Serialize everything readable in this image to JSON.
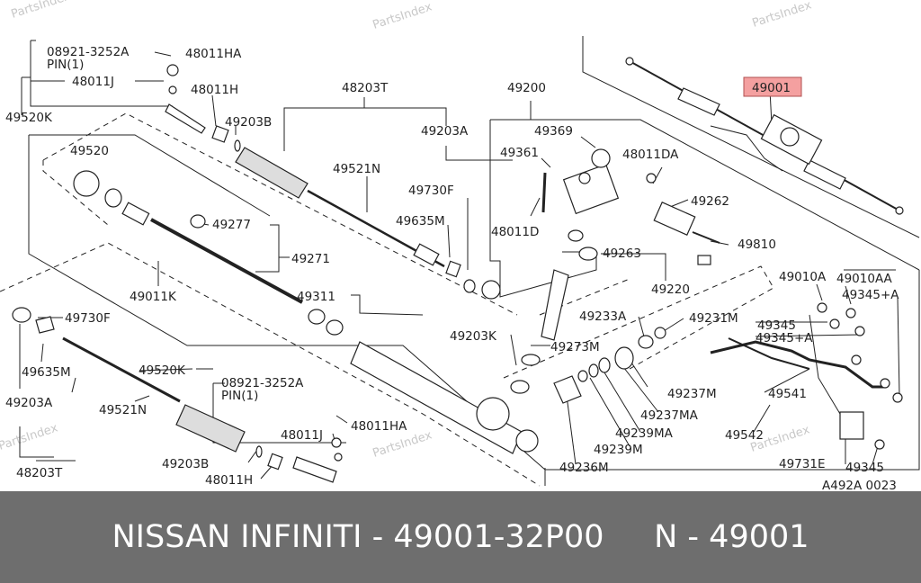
{
  "watermarks": [
    "PartsIndex",
    "PartsIndex",
    "PartsIndex",
    "PartsIndex",
    "PartsIndex",
    "PartsIndex"
  ],
  "highlight": {
    "label": "49001",
    "color": "#f4a0a0"
  },
  "labels": {
    "p08921_top": "08921-3252A",
    "pin_top": "PIN(1)",
    "p48011HA_top": "48011HA",
    "p48011J_top": "48011J",
    "p49520K_top": "49520K",
    "p48011H_top": "48011H",
    "p48203T_top": "48203T",
    "p49203B_top": "49203B",
    "p49200": "49200",
    "p49369": "49369",
    "p49203A_top": "49203A",
    "p49520": "49520",
    "p49521N_top": "49521N",
    "p49361": "49361",
    "p48011DA": "48011DA",
    "p49730F_top": "49730F",
    "p49262": "49262",
    "p49635M_top": "49635M",
    "p48011D": "48011D",
    "p49277": "49277",
    "p49263": "49263",
    "p49810": "49810",
    "p49271": "49271",
    "p49220": "49220",
    "p49010A": "49010A",
    "p49010AA": "49010AA",
    "p49011K": "49011K",
    "p49311": "49311",
    "p49345A_1": "49345+A",
    "p49233A": "49233A",
    "p49231M": "49231M",
    "p49345_1": "49345",
    "p49730F_left": "49730F",
    "p49203K": "49203K",
    "p49345A_2": "49345+A",
    "p49273M": "49273M",
    "p49635M_left": "49635M",
    "p49520K_mid": "49520K",
    "p08921_mid": "08921-3252A",
    "pin_mid": "PIN(1)",
    "p49237M": "49237M",
    "p49541": "49541",
    "p49203A_left": "49203A",
    "p49521N_left": "49521N",
    "p49237MA": "49237MA",
    "p48011HA_mid": "48011HA",
    "p48011J_mid": "48011J",
    "p49239MA": "49239MA",
    "p49542": "49542",
    "p49239M": "49239M",
    "p48203T_bot": "48203T",
    "p49203B_bot": "49203B",
    "p49731E": "49731E",
    "p49345_2": "49345",
    "p49236M": "49236M",
    "p48011H_bot": "48011H",
    "ref": "A492A 0023"
  },
  "footer": {
    "text": "NISSAN INFINITI - 49001-32P00     N - 49001"
  }
}
